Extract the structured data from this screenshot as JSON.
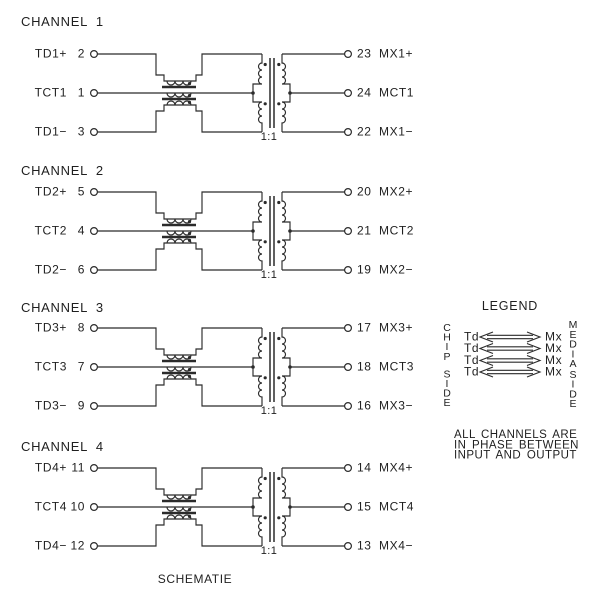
{
  "doc": {
    "footer": "SCHEMATIE"
  },
  "channels": [
    {
      "name": "CHANNEL 1",
      "inputs": [
        {
          "label": "TD1+",
          "pin": "2"
        },
        {
          "label": "TCT1",
          "pin": "1"
        },
        {
          "label": "TD1−",
          "pin": "3"
        }
      ],
      "outputs": [
        {
          "pin": "23",
          "label": "MX1+"
        },
        {
          "pin": "24",
          "label": "MCT1"
        },
        {
          "pin": "22",
          "label": "MX1−"
        }
      ],
      "ratio": "1:1"
    },
    {
      "name": "CHANNEL 2",
      "inputs": [
        {
          "label": "TD2+",
          "pin": "5"
        },
        {
          "label": "TCT2",
          "pin": "4"
        },
        {
          "label": "TD2−",
          "pin": "6"
        }
      ],
      "outputs": [
        {
          "pin": "20",
          "label": "MX2+"
        },
        {
          "pin": "21",
          "label": "MCT2"
        },
        {
          "pin": "19",
          "label": "MX2−"
        }
      ],
      "ratio": "1:1"
    },
    {
      "name": "CHANNEL 3",
      "inputs": [
        {
          "label": "TD3+",
          "pin": "8"
        },
        {
          "label": "TCT3",
          "pin": "7"
        },
        {
          "label": "TD3−",
          "pin": "9"
        }
      ],
      "outputs": [
        {
          "pin": "17",
          "label": "MX3+"
        },
        {
          "pin": "18",
          "label": "MCT3"
        },
        {
          "pin": "16",
          "label": "MX3−"
        }
      ],
      "ratio": "1:1"
    },
    {
      "name": "CHANNEL 4",
      "inputs": [
        {
          "label": "TD4+",
          "pin": "11"
        },
        {
          "label": "TCT4",
          "pin": "10"
        },
        {
          "label": "TD4−",
          "pin": "12"
        }
      ],
      "outputs": [
        {
          "pin": "14",
          "label": "MX4+"
        },
        {
          "pin": "15",
          "label": "MCT4"
        },
        {
          "pin": "13",
          "label": "MX4−"
        }
      ],
      "ratio": "1:1"
    }
  ],
  "legend": {
    "title": "LEGEND",
    "chip_side": "CHIP SIDE",
    "media_side": "MEDIA SIDE",
    "rows": [
      {
        "left": "Td",
        "right": "Mx"
      },
      {
        "left": "Td",
        "right": "Mx"
      },
      {
        "left": "Td",
        "right": "Mx"
      },
      {
        "left": "Td",
        "right": "Mx"
      }
    ],
    "notes": [
      "ALL CHANNELS ARE",
      "IN PHASE BETWEEN",
      "INPUT AND OUTPUT"
    ]
  },
  "colors": {
    "line": "#2b2b2b",
    "text": "#1f1f1f",
    "background": "#ffffff"
  }
}
